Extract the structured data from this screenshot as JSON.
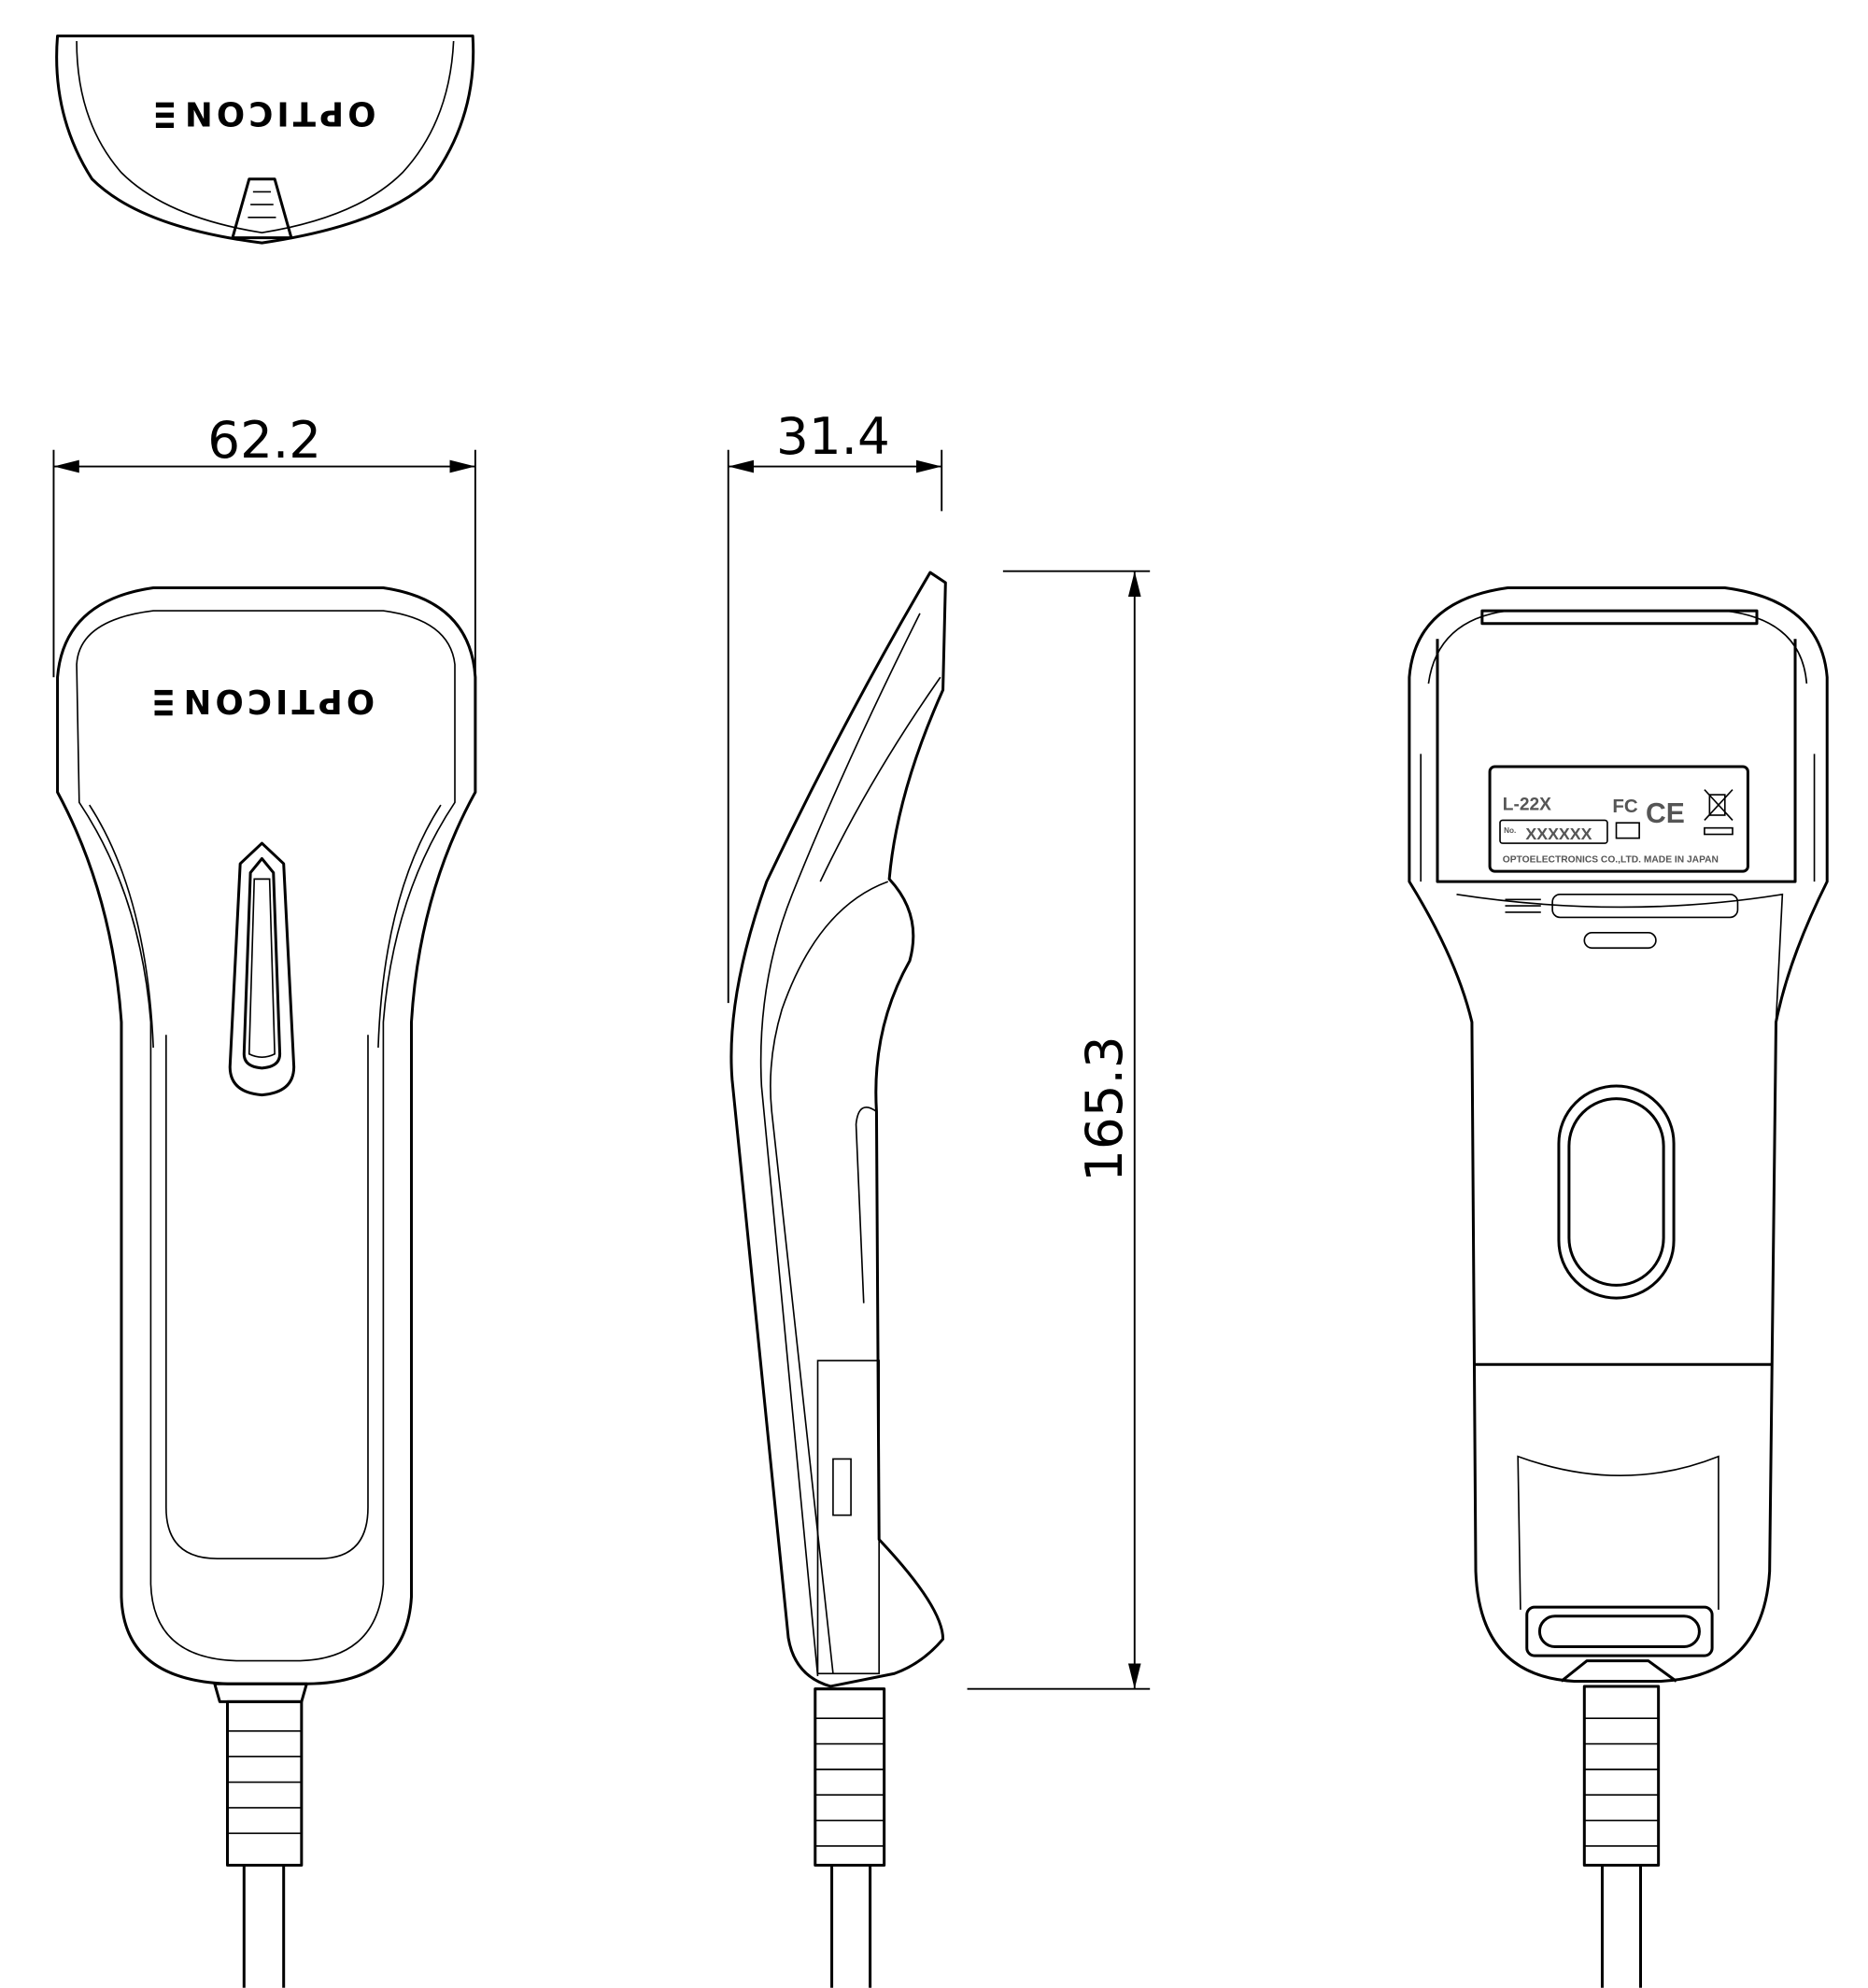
{
  "dimensions": {
    "width": "62.2",
    "depth": "31.4",
    "height": "165.3"
  },
  "logo": "OPTICON",
  "label": {
    "model": "L-22X",
    "serial_prefix": "No.",
    "serial": "XXXXXX",
    "fcc": "FC",
    "ce": "CE",
    "footer": "OPTOELECTRONICS CO.,LTD.  MADE IN JAPAN"
  }
}
